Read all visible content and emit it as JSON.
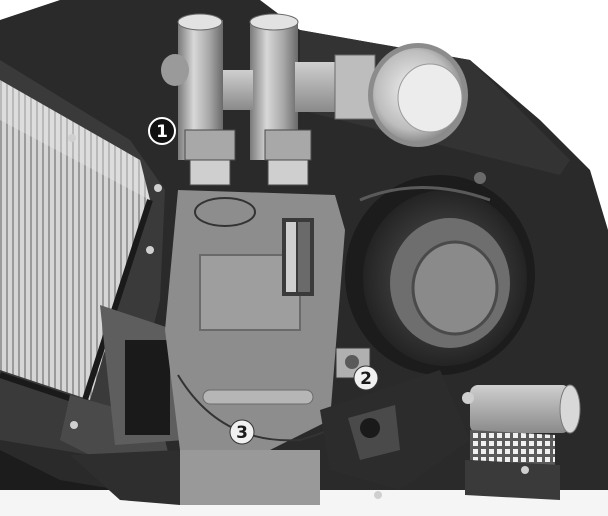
{
  "illustration": {
    "callouts": [
      {
        "number": "1",
        "style": "black-circle-white-text"
      },
      {
        "number": "2",
        "style": "white-circle-dark-text"
      },
      {
        "number": "3",
        "style": "white-circle-dark-text"
      }
    ],
    "colors": {
      "background": "#ffffff",
      "housing": "#2a2a2a",
      "panel": "#8d8d8d",
      "valve_metal": "#b9b9b9",
      "fan_drum": "#3a3a3a",
      "fins": "#cfcfcf"
    }
  }
}
